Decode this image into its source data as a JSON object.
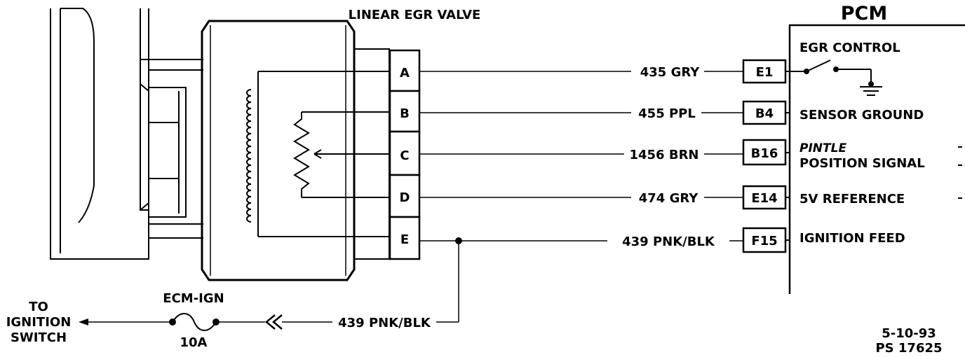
{
  "component_title": "LINEAR EGR VALVE",
  "pcm_title": "PCM",
  "valve_pins": [
    "A",
    "B",
    "C",
    "D",
    "E"
  ],
  "wires": [
    {
      "label": "435 GRY",
      "pcm_pin": "E1"
    },
    {
      "label": "455 PPL",
      "pcm_pin": "B4"
    },
    {
      "label": "1456 BRN",
      "pcm_pin": "B16"
    },
    {
      "label": "474 GRY",
      "pcm_pin": "E14"
    },
    {
      "label": "439 PNK/BLK",
      "pcm_pin": "F15"
    }
  ],
  "pcm_functions": {
    "egr_control": "EGR CONTROL",
    "sensor_ground": "SENSOR GROUND",
    "pintle_line1": "PINTLE",
    "pintle_line2": "POSITION SIGNAL",
    "reference": "5V REFERENCE",
    "ignition_feed": "IGNITION FEED"
  },
  "feed": {
    "wire_label": "439 PNK/BLK",
    "fuse_name": "ECM-IGN",
    "fuse_rating": "10A",
    "destination": [
      "TO",
      "IGNITION",
      "SWITCH"
    ]
  },
  "footer": {
    "date": "5-10-93",
    "code": "PS 17625"
  }
}
